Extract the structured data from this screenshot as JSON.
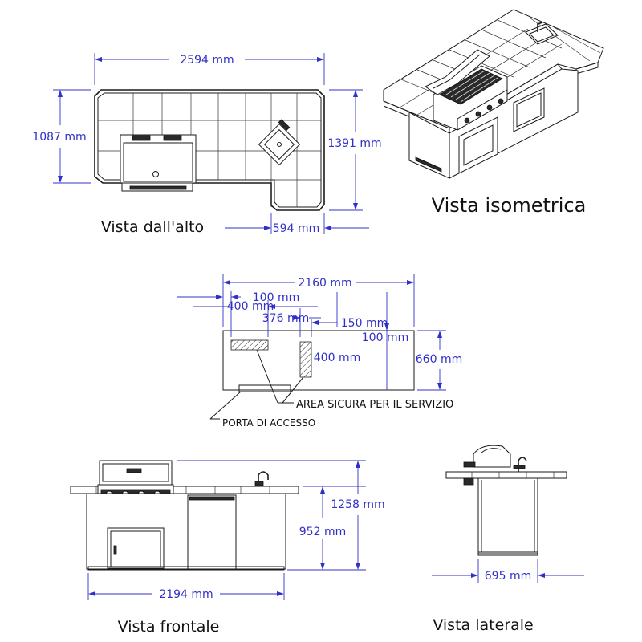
{
  "views": {
    "top": "Vista dall'alto",
    "iso": "Vista isometrica",
    "front": "Vista frontale",
    "side": "Vista laterale"
  },
  "dims": {
    "top_width": "2594 mm",
    "top_depth": "1087 mm",
    "top_depth_total": "1391 mm",
    "top_return": "594 mm",
    "plan_width": "2160 mm",
    "plan_100a": "100 mm",
    "plan_400a": "400 mm",
    "plan_376": "376 mm",
    "plan_150": "150 mm",
    "plan_100b": "100 mm",
    "plan_400b": "400 mm",
    "plan_depth": "660 mm",
    "front_height": "1258 mm",
    "front_counter": "952 mm",
    "front_width": "2194 mm",
    "side_depth": "695 mm"
  },
  "notes": {
    "service_area": "AREA SICURA PER IL SERVIZIO",
    "access_door": "PORTA DI ACCESSO"
  },
  "colors": {
    "dimension": "#3030c8",
    "linework": "#1a1a1a"
  }
}
